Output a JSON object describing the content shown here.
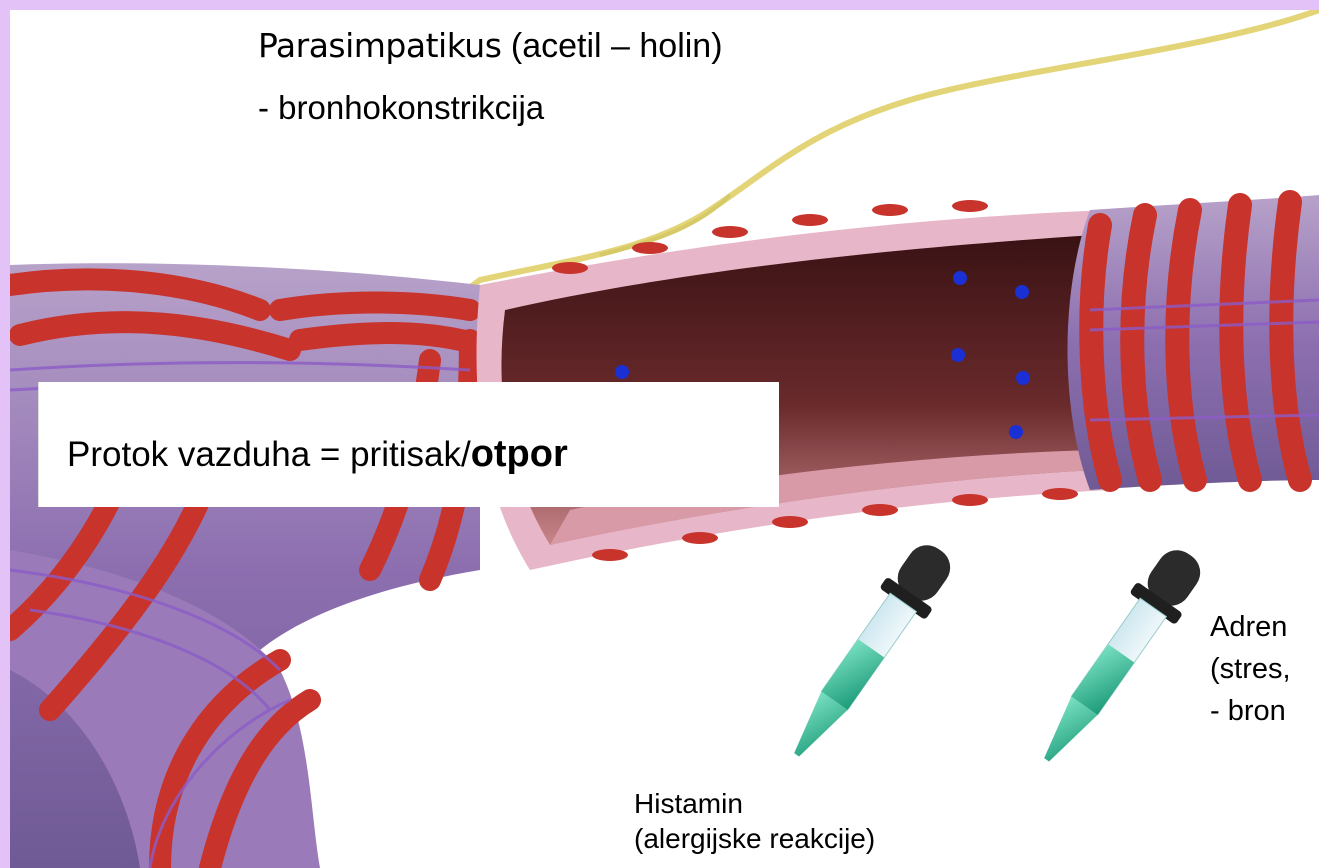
{
  "parasympathetic": {
    "name": "Parasimpatikus",
    "agent": "(acetil – holin)",
    "effect": "- bronhokonstrikcija"
  },
  "airflow": {
    "formula_prefix": "Protok vazduha = pritisak/",
    "formula_emphasis": "otpor"
  },
  "histamine": {
    "name": "Histamin",
    "source": "(alergijske reakcije)"
  },
  "adrenaline": {
    "line1": "Adren",
    "line2": "(stres,",
    "line3": "- bron"
  },
  "colors": {
    "border": "#e3c2f7",
    "muscle": "#c8332c",
    "nerve": "#e2d477",
    "lumen": "#4a1a1c",
    "mucosa": "#e7b7c9",
    "dropper_bulb": "#2b2b2b",
    "dropper_liquid": "#2fbf9a",
    "molecule": "#1a2fd4"
  }
}
